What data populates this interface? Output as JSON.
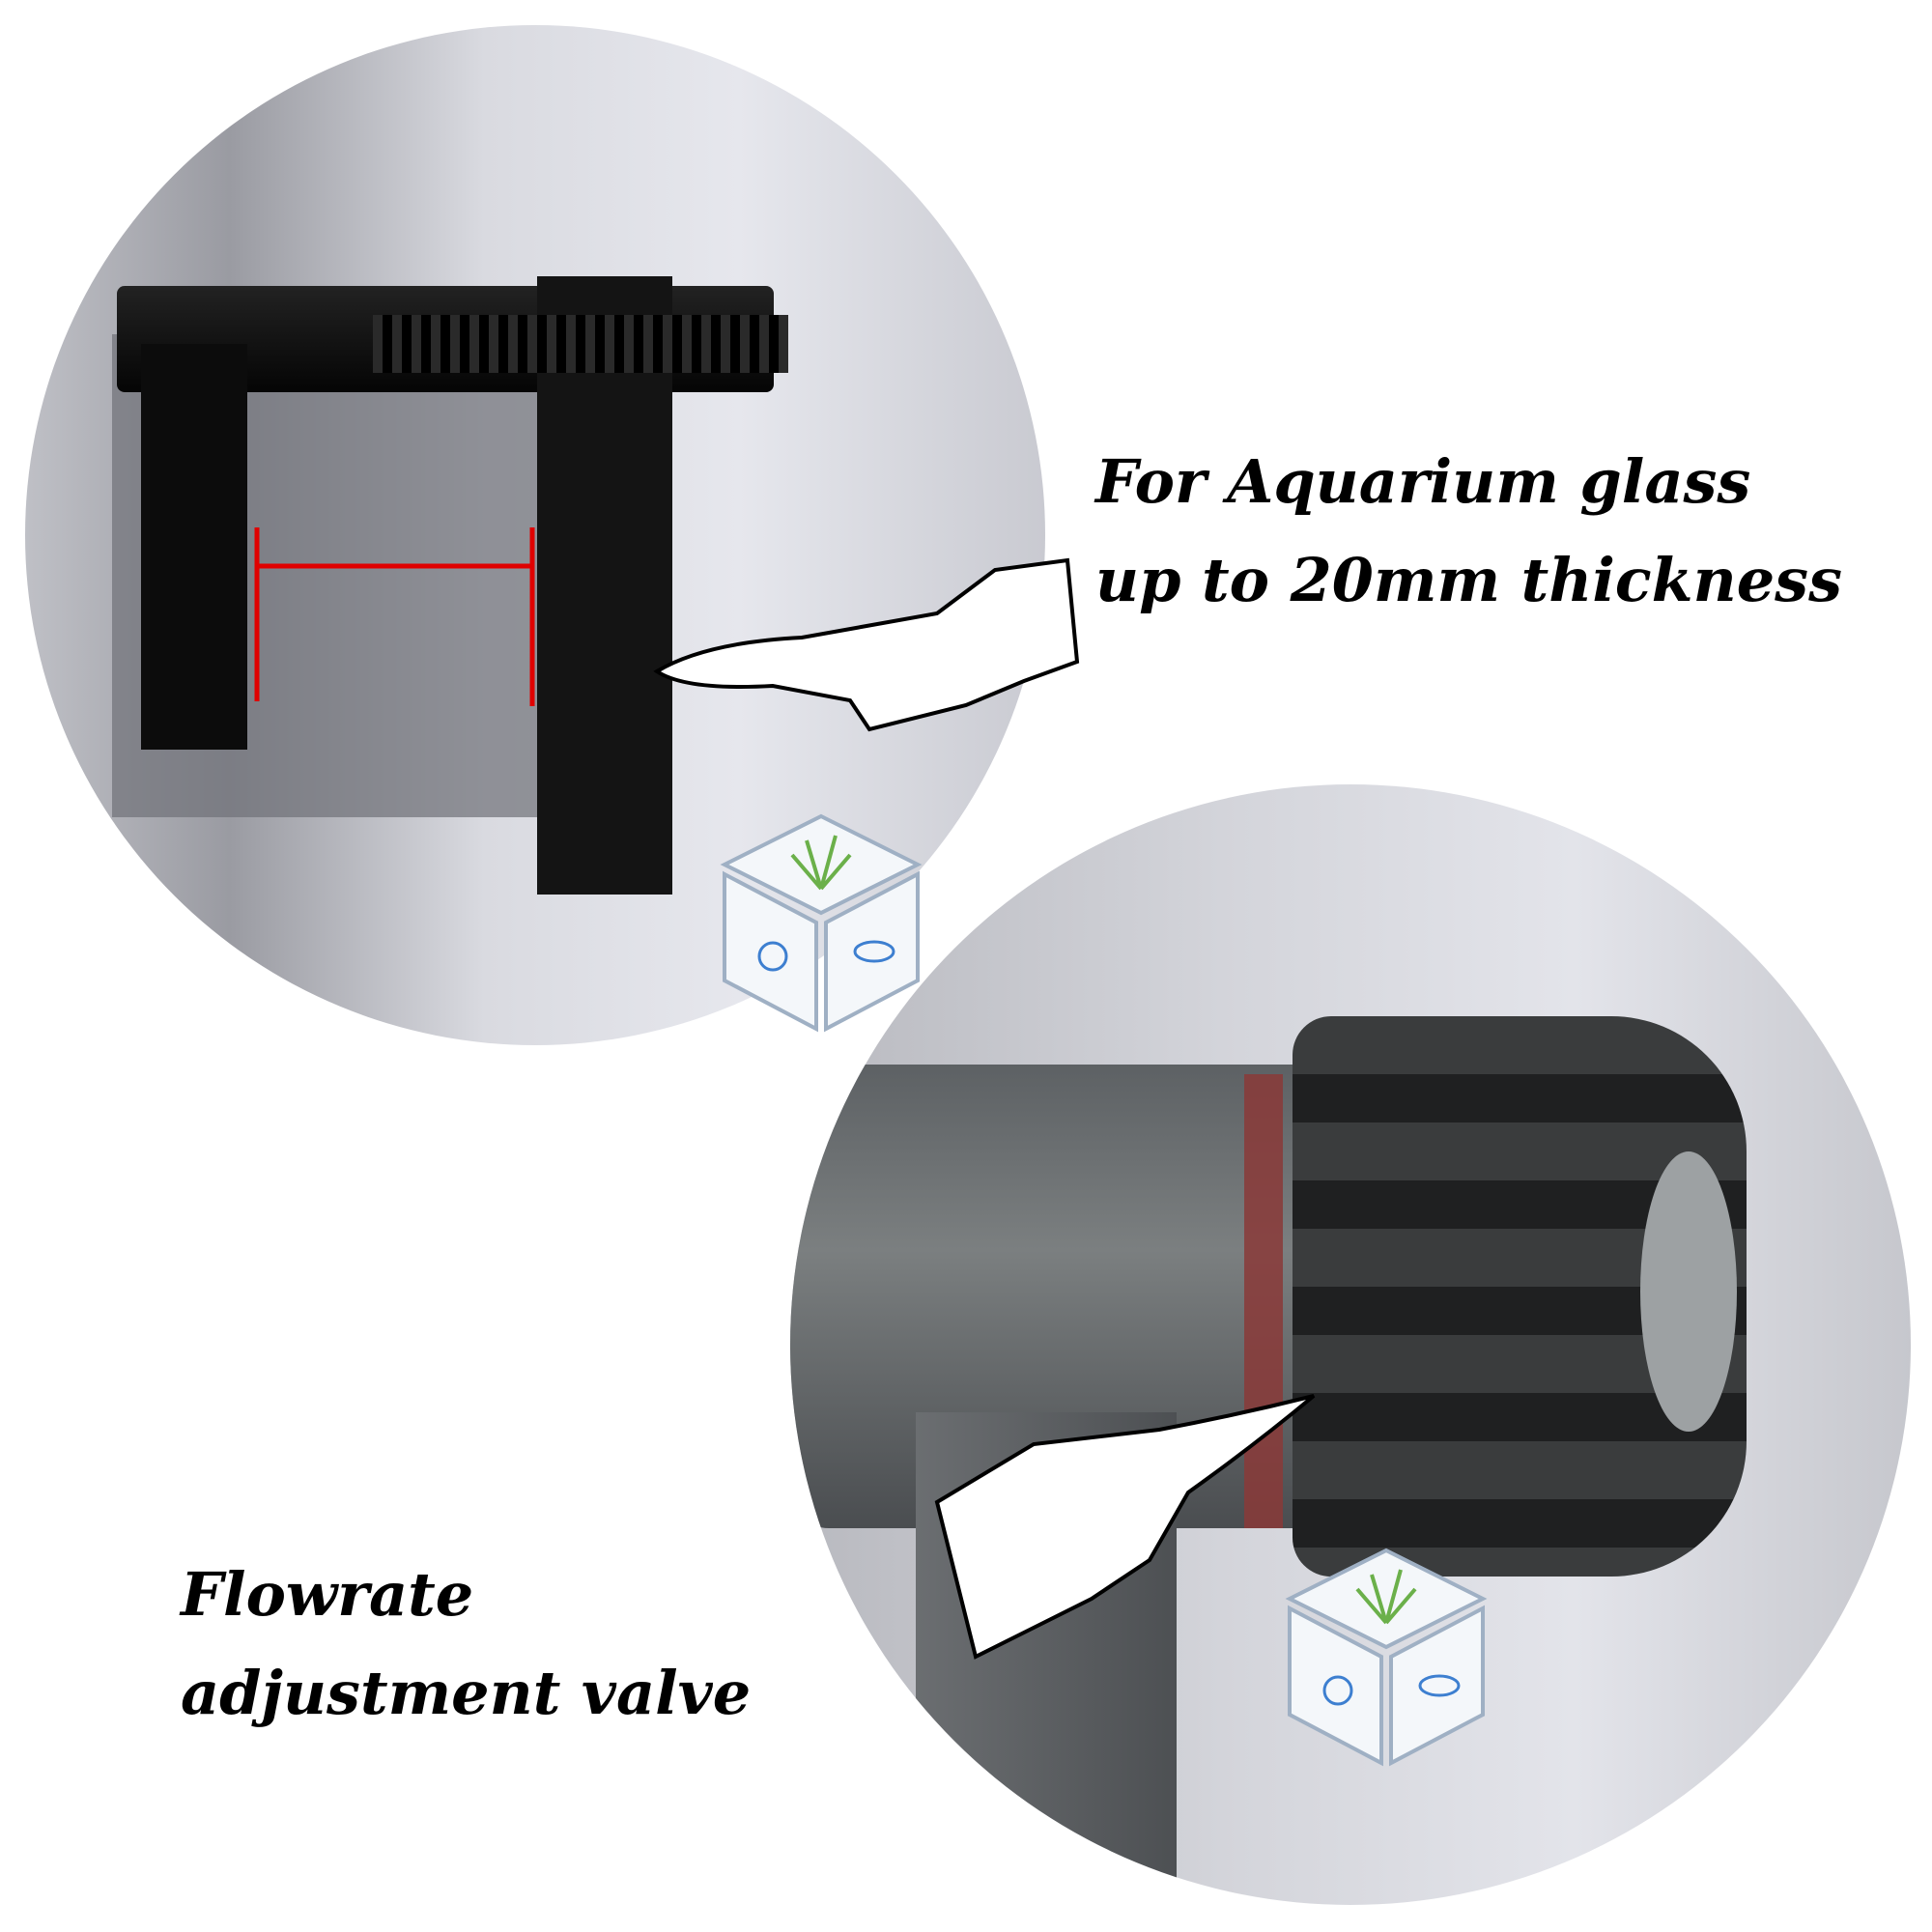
{
  "annotations": {
    "glass_line1": "For Aquarium glass",
    "glass_line2": "up to 20mm thickness",
    "valve_line1": "Flowrate",
    "valve_line2": "adjustment valve"
  },
  "colors": {
    "measure_line": "#e00000",
    "seal_ring": "#8a3a38",
    "clip": "#111111"
  }
}
